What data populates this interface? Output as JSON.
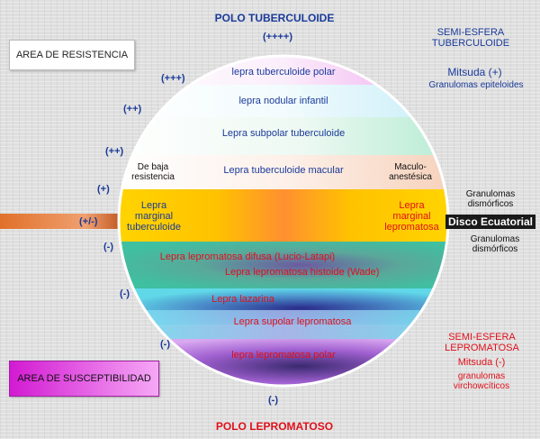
{
  "poles": {
    "top": "POLO TUBERCULOIDE",
    "bottom": "POLO LEPROMATOSO"
  },
  "areas": {
    "resistance": "AREA DE RESISTENCIA",
    "susceptibility": "AREA DE SUSCEPTIBILIDAD"
  },
  "signs": {
    "top": "(++++)",
    "s1": "(+++)",
    "s2": "(++)",
    "s3": "(++)",
    "s4": "(+)",
    "equator": "(+/-)",
    "s5": "(-)",
    "s6": "(-)",
    "s7": "(-)",
    "bottom": "(-)"
  },
  "bands": {
    "b1": "lepra tuberculoide polar",
    "b2": "lepra nodular infantil",
    "b3": "Lepra subpolar tuberculoide",
    "b4": "Lepra tuberculoide macular",
    "b4_left": "De baja resistencia",
    "b4_right": "Maculo-anestésica",
    "b5_left": "Lepra marginal tuberculoide",
    "b5_right": "Lepra marginal lepromatosa",
    "b6a": "Lepra  lepromatosa difusa (Lucio-Latapi)",
    "b6b": "Lepra  lepromatosa histoide  (Wade)",
    "b7": "Lepra  lazarina",
    "b8": "Lepra  supolar lepromatosa",
    "b9": "lepra lepromatosa polar"
  },
  "right_side": {
    "top_hemisphere": "SEMI-ESFERA TUBERCULOIDE",
    "mitsuda_pos": "Mitsuda (+)",
    "granulomas_epit": "Granulomas epiteloides",
    "granulomas_dis_1": "Granulomas dismórficos",
    "disc_label": "Disco Ecuatorial",
    "granulomas_dis_2": "Granulomas dismórficos",
    "bottom_hemisphere": "SEMI-ESFERA LEPROMATOSA",
    "mitsuda_neg": "Mitsuda (-)",
    "granulomas_virch": "granulomas virchowcíticos"
  },
  "colors": {
    "title_blue": "#1a3a9a",
    "red": "#e0101a",
    "disc_black": "#1a1a1a",
    "equator_orange": "#f08030"
  }
}
